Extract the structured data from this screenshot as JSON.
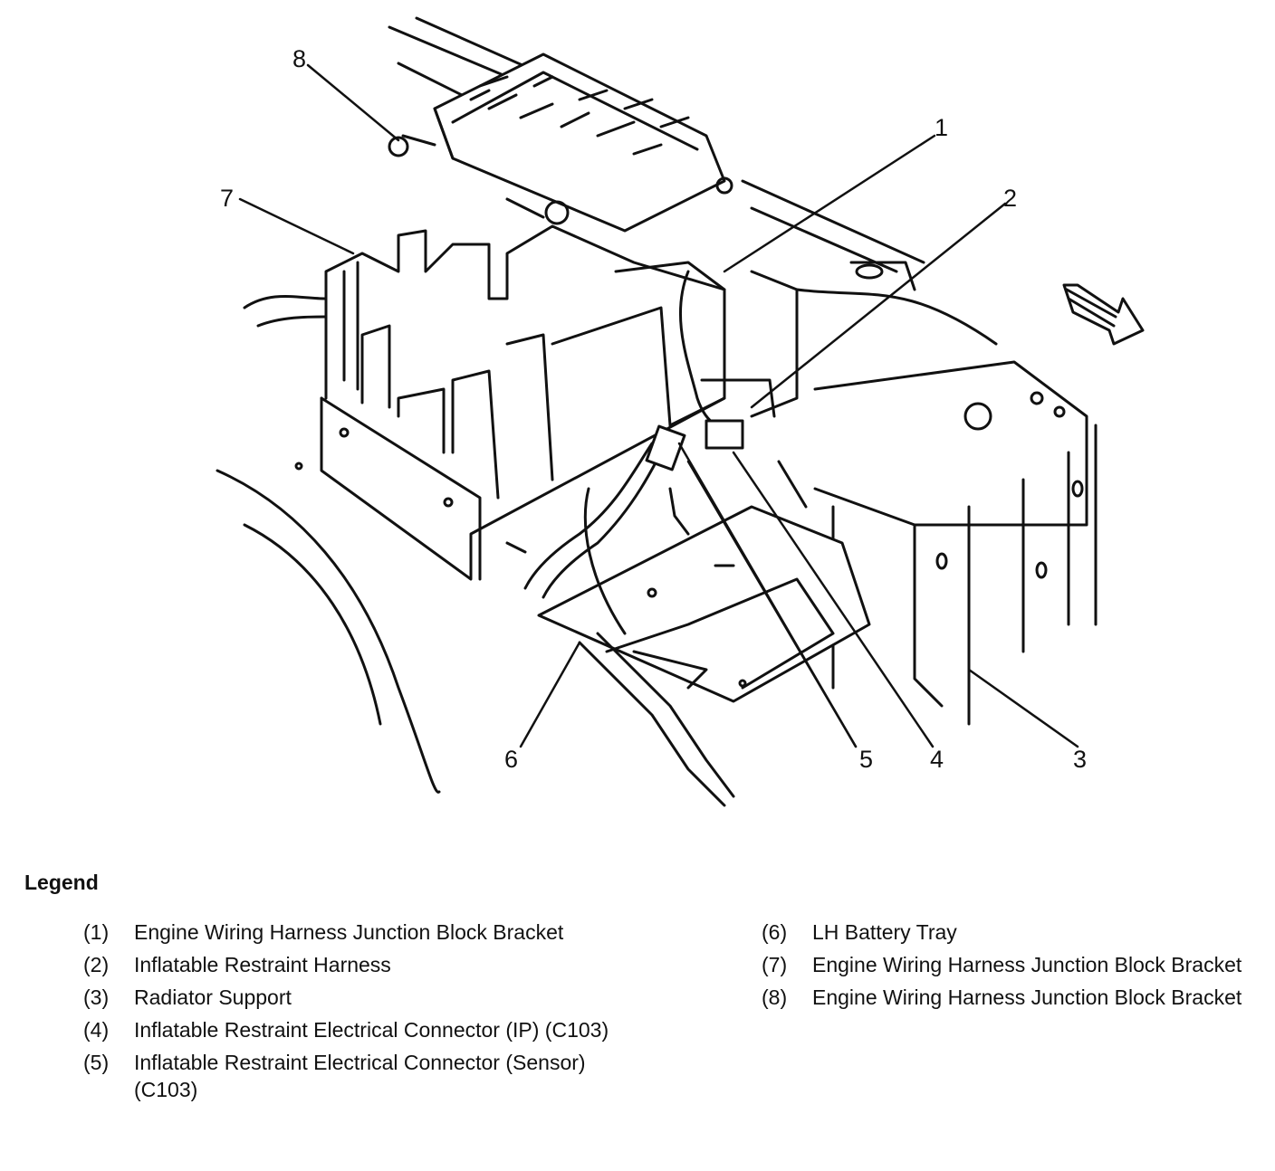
{
  "callouts": [
    "1",
    "2",
    "3",
    "4",
    "5",
    "6",
    "7",
    "8"
  ],
  "legend": {
    "title": "Legend",
    "items": [
      {
        "num": "(1)",
        "text": "Engine Wiring Harness Junction Block Bracket"
      },
      {
        "num": "(2)",
        "text": "Inflatable Restraint Harness"
      },
      {
        "num": "(3)",
        "text": "Radiator Support"
      },
      {
        "num": "(4)",
        "text": "Inflatable Restraint Electrical Connector (IP) (C103)"
      },
      {
        "num": "(5)",
        "text": "Inflatable Restraint Electrical Connector (Sensor) (C103)"
      },
      {
        "num": "(6)",
        "text": "LH Battery Tray"
      },
      {
        "num": "(7)",
        "text": "Engine Wiring Harness Junction Block Bracket"
      },
      {
        "num": "(8)",
        "text": "Engine Wiring Harness Junction Block Bracket"
      }
    ]
  }
}
